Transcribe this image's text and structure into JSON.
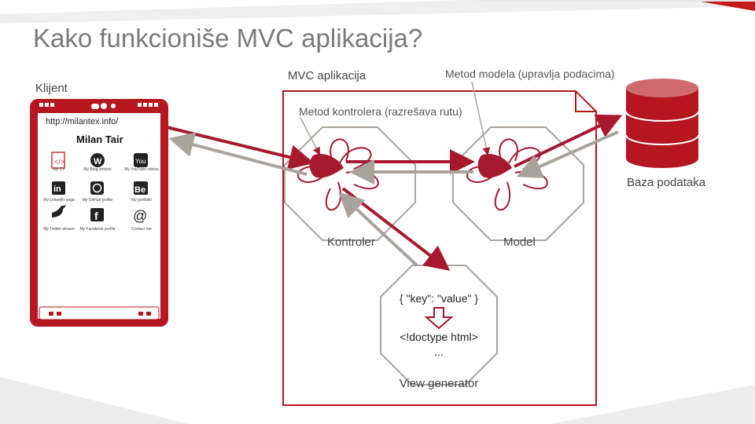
{
  "title": "Kako funkcioniše MVC aplikacija?",
  "client": {
    "label": "Klijent",
    "url": "http://milantex.info/",
    "app_title": "Milan Tair",
    "apps": [
      {
        "icon": "file-code-icon",
        "caption": "My CV"
      },
      {
        "icon": "wordpress-icon",
        "caption": "My Blog articles"
      },
      {
        "icon": "youtube-icon",
        "caption": "My YouTube videos"
      },
      {
        "icon": "linkedin-icon",
        "caption": "My LinkedIn page"
      },
      {
        "icon": "github-icon",
        "caption": "My GitHub profile"
      },
      {
        "icon": "behance-icon",
        "caption": "My portfolio"
      },
      {
        "icon": "twitter-icon",
        "caption": "My Twitter stream"
      },
      {
        "icon": "facebook-icon",
        "caption": "My Facebook profile"
      },
      {
        "icon": "at-icon",
        "caption": "Contact me"
      }
    ]
  },
  "mvc_app_label": "MVC aplikacija",
  "model_method_label": "Metod modela (upravlja podacima)",
  "controller_method_label": "Metod kontrolera (razrešava rutu)",
  "database_label": "Baza podataka",
  "controller_label": "Kontroler",
  "model_label": "Model",
  "view": {
    "data_text": "{ \"key\": \"value\" }",
    "doctype_text": "<!doctype html>",
    "ellipsis": "...",
    "label": "View generator"
  },
  "colors": {
    "brand_red": "#b5161f",
    "dark_red": "#a6192e",
    "gray_arrow": "#aaa39b",
    "db_top": "#cf6b6f",
    "title_gray": "#7a7a7a"
  }
}
